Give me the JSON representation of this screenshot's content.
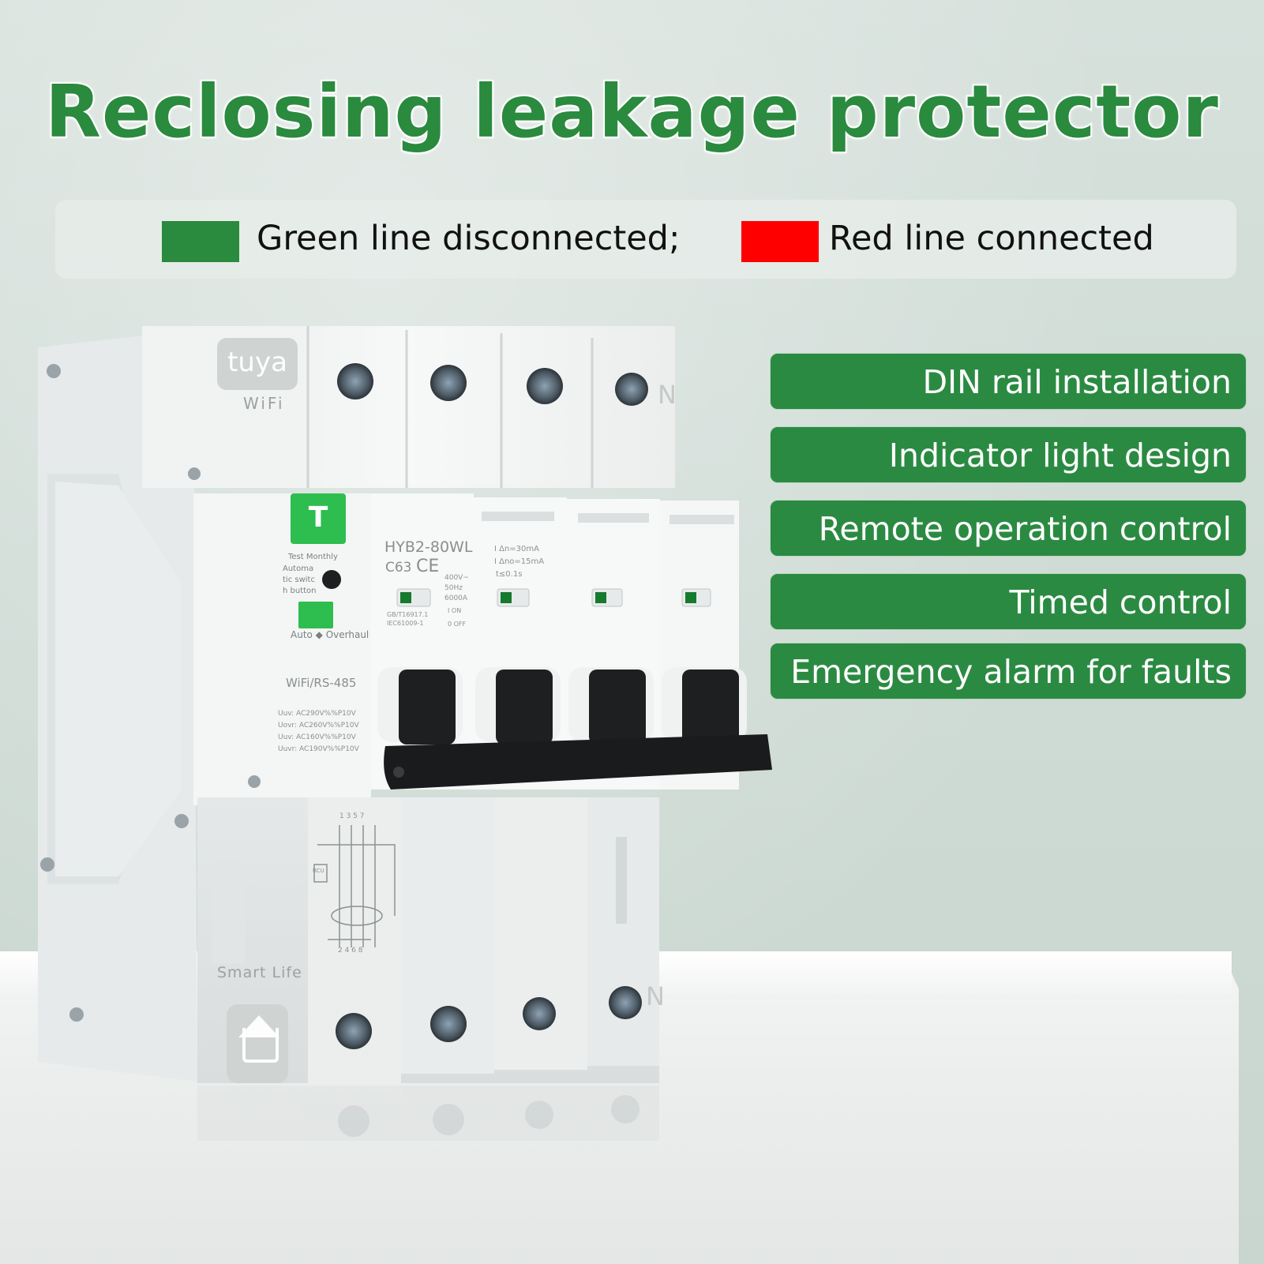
{
  "headline": "Reclosing leakage protector",
  "legend": {
    "green_label": "Green line disconnected;",
    "red_label": "Red line connected",
    "green_color": "#2a8a3e",
    "red_color": "#ff0000"
  },
  "features": [
    "DIN rail installation",
    "Indicator light design",
    "Remote operation control",
    "Timed control",
    "Emergency alarm for faults"
  ],
  "device": {
    "brand": "tuya",
    "brand_sub": "WiFi",
    "test_key": "T",
    "test_label": "Test Monthly",
    "switch_label_1": "Automa",
    "switch_label_2": "tic switc",
    "switch_label_3": "h button",
    "mode_label": "Auto ◆ Overhaul",
    "comm_label": "WiFi/RS-485",
    "spec_lines": [
      "Uuv: AC290V%%P10V",
      "Uovr: AC260V%%P10V",
      "Uuv: AC160V%%P10V",
      "Uuvr: AC190V%%P10V"
    ],
    "model": "HYB2-80WL",
    "rating": "C63",
    "ce_mark": "CE",
    "voltage": "400V~",
    "frequency": "50Hz",
    "breaking": "6000A",
    "standard_1": "GB/T16917.1",
    "standard_2": "IEC61009-1",
    "on_label": "I ON",
    "off_label": "0 OFF",
    "leak_1": "I Δn=30mA",
    "leak_2": "I Δno=15mA",
    "leak_3": "t≤0.1s",
    "neutral_mark": "N",
    "app_label": "Smart Life",
    "terminal_top": "1 3 5 7",
    "terminal_bottom": "2 4 6 8",
    "rcu_label": "RCU"
  }
}
